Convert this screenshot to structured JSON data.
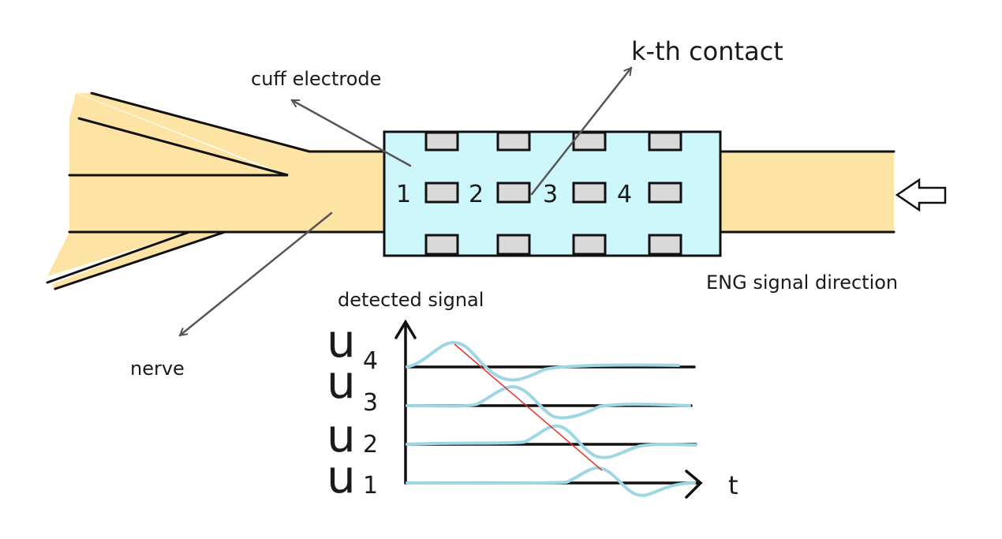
{
  "labels": {
    "cuff_electrode": "cuff electrode",
    "kth_contact": "k-th contact",
    "nerve": "nerve",
    "eng_signal_direction": "ENG signal direction",
    "detected_signal": "detected signal",
    "time_axis": "t"
  },
  "contact_numbers": [
    "1",
    "2",
    "3",
    "4"
  ],
  "traces": [
    {
      "symbol": "u",
      "subscript": "4"
    },
    {
      "symbol": "u",
      "subscript": "3"
    },
    {
      "symbol": "u",
      "subscript": "2"
    },
    {
      "symbol": "u",
      "subscript": "1"
    }
  ],
  "colors": {
    "nerve_fill": "#fde3a4",
    "cuff_fill": "#cdf7fb",
    "contact_fill": "#d9d9d9",
    "signal_trace": "#9fd6e6",
    "propagation_line": "#e8332a",
    "outline": "#111111",
    "pointer_arrow": "#555555"
  },
  "icons": {
    "direction_arrow": "hollow-left-arrow-icon"
  }
}
